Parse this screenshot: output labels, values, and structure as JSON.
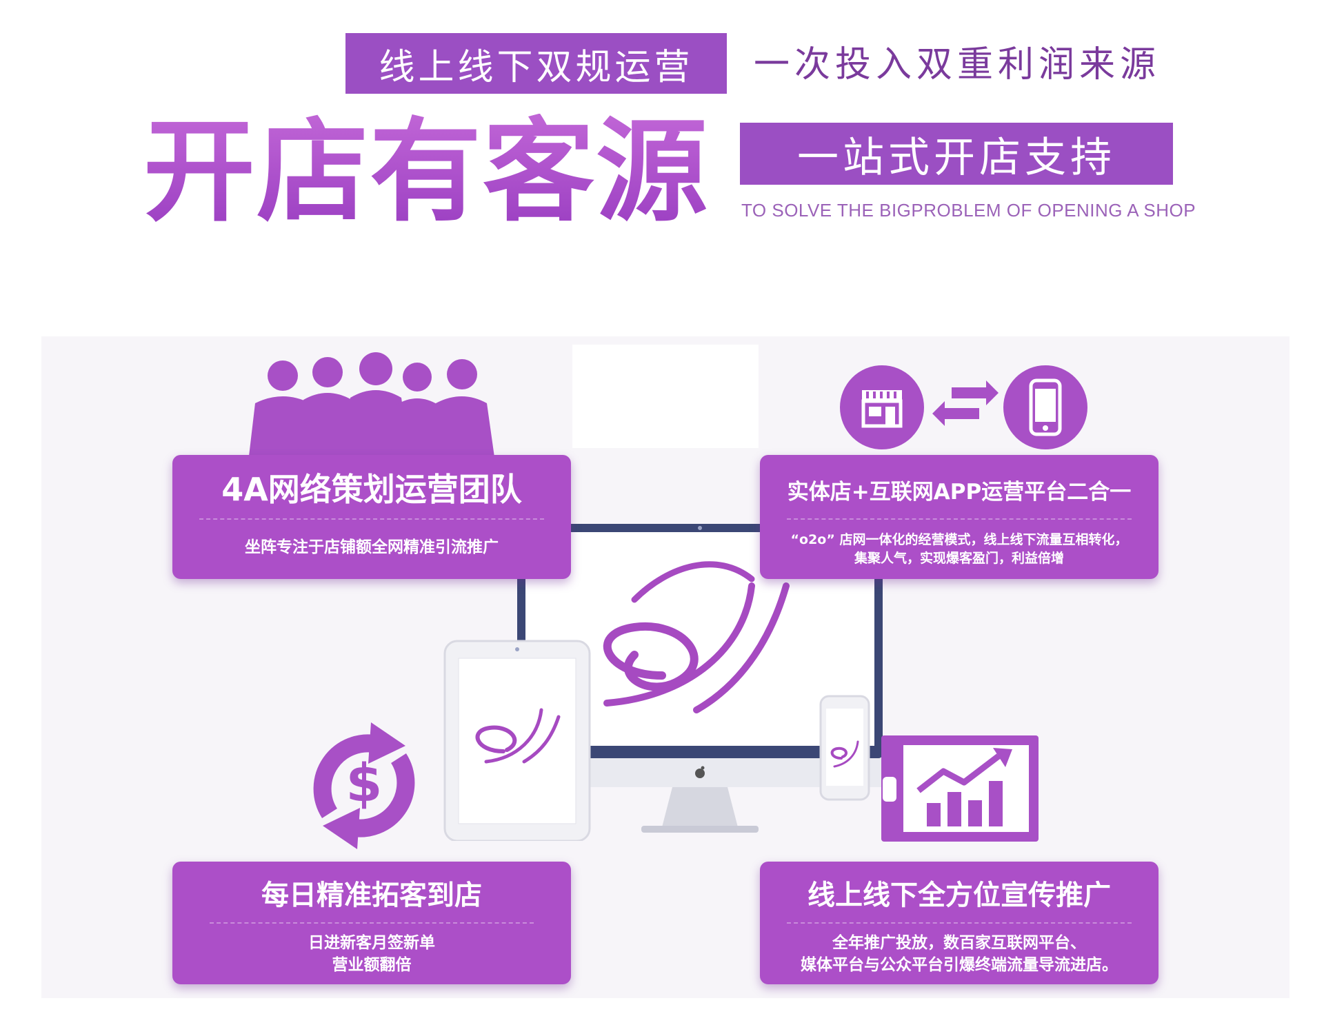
{
  "header": {
    "banner_tag": "线上线下双规运营",
    "sub_tagline": "一次投入双重利润来源",
    "main_title": "开店有客源",
    "support_tag": "一站式开店支持",
    "english_slogan": "TO SOLVE THE BIGPROBLEM OF OPENING A SHOP"
  },
  "cards": {
    "team": {
      "title": "4A网络策划运营团队",
      "body": "坐阵专注于店铺额全网精准引流推广"
    },
    "o2o": {
      "title": "实体店+互联网APP运营平台二合一",
      "body_line1": "“o2o” 店网一体化的经营模式，线上线下流量互相转化，",
      "body_line2": "集聚人气，实现爆客盈门，利益倍增"
    },
    "daily": {
      "title": "每日精准拓客到店",
      "body_line1": "日进新客月签新单",
      "body_line2": "营业额翻倍"
    },
    "promo": {
      "title": "线上线下全方位宣传推广",
      "body_line1": "全年推广投放，数百家互联网平台、",
      "body_line2": "媒体平台与公众平台引爆终端流量导流进店。"
    }
  },
  "icons": {
    "team": "business-team-silhouette-icon",
    "store": "storefront-icon",
    "exchange": "exchange-arrows-icon",
    "phone": "smartphone-icon",
    "money": "dollar-cycle-icon",
    "chart": "growth-chart-icon",
    "logo": "swirl-logo-icon",
    "apple": "apple-logo-icon"
  },
  "colors": {
    "primary_purple": "#ac4fc8",
    "banner_purple": "#9b4fc3",
    "title_gradient_top": "#c065d6",
    "title_gradient_bottom": "#9b3fc2",
    "device_frame": "#3b4775"
  }
}
